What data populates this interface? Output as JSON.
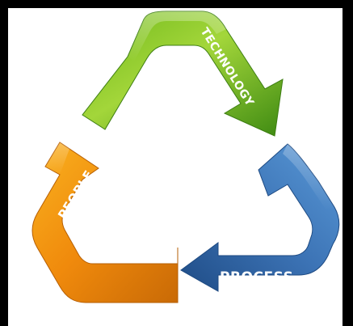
{
  "diagram": {
    "segments": [
      {
        "label": "TECHNOLOGY",
        "color": "#7cc21a",
        "color_dark": "#4f8f10"
      },
      {
        "label": "PROCESS",
        "color": "#3f7fc4",
        "color_dark": "#23558f"
      },
      {
        "label": "PEOPLE",
        "color": "#f79a0e",
        "color_dark": "#b46108"
      }
    ]
  }
}
